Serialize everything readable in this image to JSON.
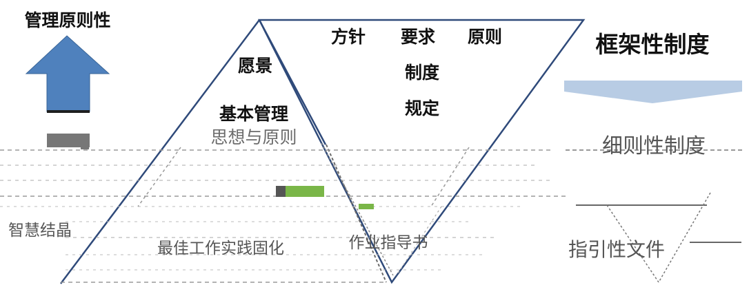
{
  "labels": {
    "top_left": "管理原则性",
    "vision": "愿景",
    "basic_mgmt_1": "基本管理",
    "basic_mgmt_2": "思想与原则",
    "policy": "方针",
    "requirement": "要求",
    "principle": "原则",
    "system": "制度",
    "regulation": "规定",
    "framework": "框架性制度",
    "detail_system": "细则性制度",
    "best_practice": "最佳工作实践固化",
    "work_guide": "作业指导书",
    "guiding_doc": "指引性文件",
    "left_partial": "智慧结晶"
  },
  "colors": {
    "arrow_blue": "#4f81bd",
    "arrow_light_blue": "#b8cce4",
    "triangle_stroke": "#2f4a7a",
    "green_bar": "#7ab648",
    "grey_block": "#777777"
  }
}
